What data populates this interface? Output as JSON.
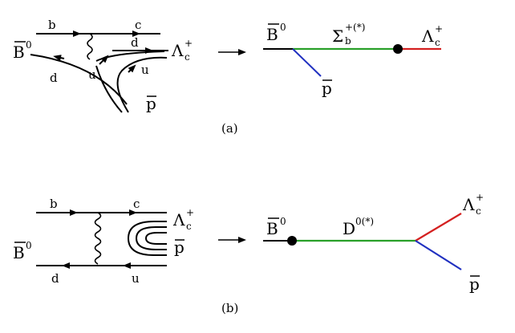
{
  "panel_a": {
    "caption": "(a)",
    "quarks": {
      "b": "b",
      "c": "c",
      "d_top": "d",
      "u_mid": "u",
      "u_right": "u",
      "d_low": "d"
    },
    "B0": {
      "main": "B",
      "sup": "0"
    },
    "Lambda": {
      "main": "Λ",
      "sup": "+",
      "sub": "c"
    },
    "pbar": "p",
    "right_B0": {
      "main": "B",
      "sup": "0"
    },
    "right_Sigma": {
      "main": "Σ",
      "sup": "+(*)",
      "sub": "b"
    },
    "right_Lambda": {
      "main": "Λ",
      "sup": "+",
      "sub": "c"
    },
    "right_pbar": "p",
    "colors": {
      "green": "#2aa02a",
      "red": "#d42020",
      "blue": "#2030c0"
    }
  },
  "panel_b": {
    "caption": "(b)",
    "quarks": {
      "b": "b",
      "c": "c",
      "d": "d",
      "u": "u"
    },
    "B0": {
      "main": "B",
      "sup": "0"
    },
    "Lambda": {
      "main": "Λ",
      "sup": "+",
      "sub": "c"
    },
    "pbar": "p",
    "right_B0": {
      "main": "B",
      "sup": "0"
    },
    "right_D": {
      "main": "D",
      "sup": "0(*)"
    },
    "right_Lambda": {
      "main": "Λ",
      "sup": "+",
      "sub": "c"
    },
    "right_pbar": "p",
    "colors": {
      "green": "#2aa02a",
      "red": "#d42020",
      "blue": "#2030c0"
    }
  }
}
